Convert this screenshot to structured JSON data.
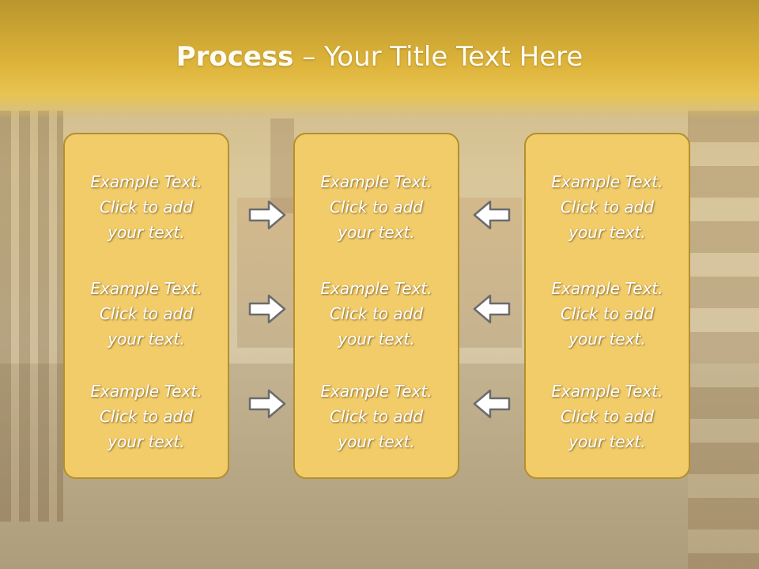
{
  "title": {
    "bold": "Process",
    "rest": " – Your Title Text Here"
  },
  "columns": [
    {
      "items": [
        {
          "line1": "Example Text.",
          "line2": "Click  to add",
          "line3": "your text."
        },
        {
          "line1": "Example Text.",
          "line2": "Click  to add",
          "line3": "your text."
        },
        {
          "line1": "Example Text.",
          "line2": "Click  to add",
          "line3": "your text."
        }
      ]
    },
    {
      "items": [
        {
          "line1": "Example Text.",
          "line2": "Click  to add",
          "line3": "your text."
        },
        {
          "line1": "Example Text.",
          "line2": "Click  to add",
          "line3": "your text."
        },
        {
          "line1": "Example Text.",
          "line2": "Click  to add",
          "line3": "your text."
        }
      ]
    },
    {
      "items": [
        {
          "line1": "Example Text.",
          "line2": "Click  to add",
          "line3": "your text."
        },
        {
          "line1": "Example Text.",
          "line2": "Click  to add",
          "line3": "your text."
        },
        {
          "line1": "Example Text.",
          "line2": "Click  to add",
          "line3": "your text."
        }
      ]
    }
  ],
  "arrows": {
    "left_group": [
      "arrow-right-icon",
      "arrow-right-icon",
      "arrow-right-icon"
    ],
    "right_group": [
      "arrow-left-icon",
      "arrow-left-icon",
      "arrow-left-icon"
    ]
  },
  "colors": {
    "header": "#deb43a",
    "box_fill": "#f3cc6a",
    "box_border": "#b38f2e",
    "text": "#ffffff"
  }
}
